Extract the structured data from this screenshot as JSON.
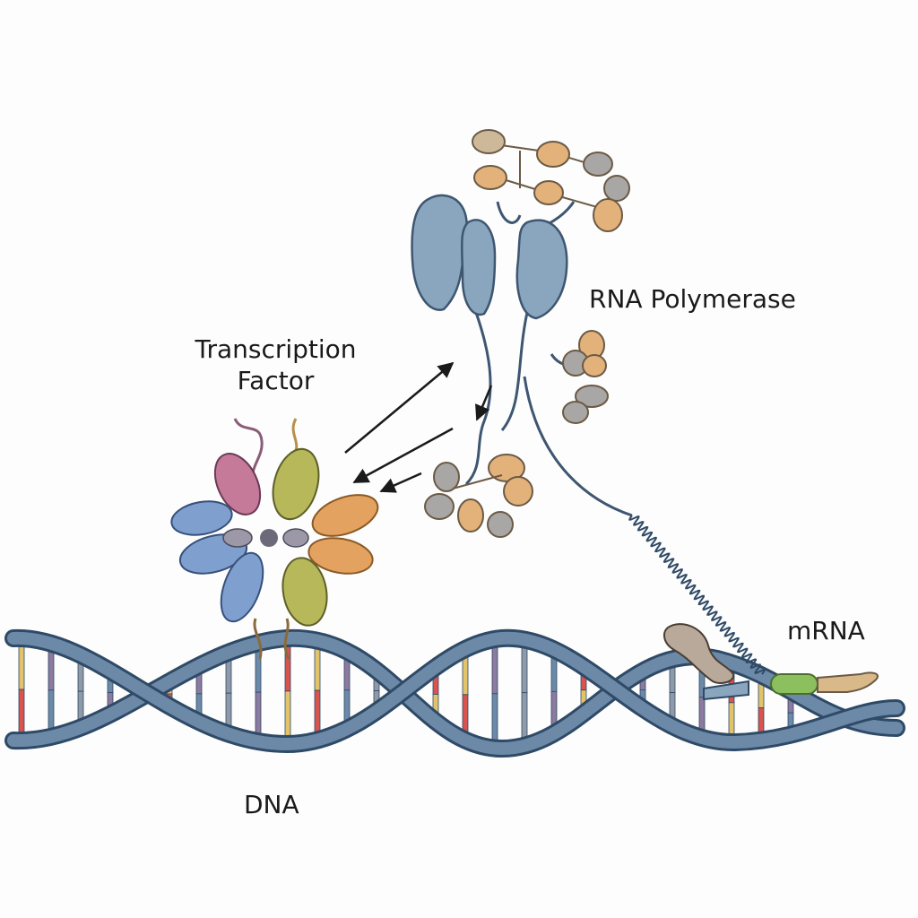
{
  "labels": {
    "transcription_factor_line1": "Transcription",
    "transcription_factor_line2": "Factor",
    "rna_polymerase": "RNA Polymerase",
    "mrna": "mRNA",
    "dna": "DNA"
  },
  "colors": {
    "background": "#fdfdfd",
    "backbone": "#6c8aa8",
    "backbone_stroke": "#2f4a66",
    "polymerase_blue": "#8aa6bf",
    "subunit_tan": "#e2b27a",
    "subunit_gray": "#a9a6a6",
    "tf_pink": "#c47a98",
    "tf_blue": "#7f9fcf",
    "tf_olive": "#b6b85a",
    "tf_orange": "#e3a25f",
    "base_yellow": "#e2c36a",
    "base_red": "#d9534f",
    "base_purple": "#8c7aa0",
    "base_gray": "#8f9aa8",
    "mrna_green": "#8cbf5e",
    "arrow": "#1a1a1a"
  }
}
